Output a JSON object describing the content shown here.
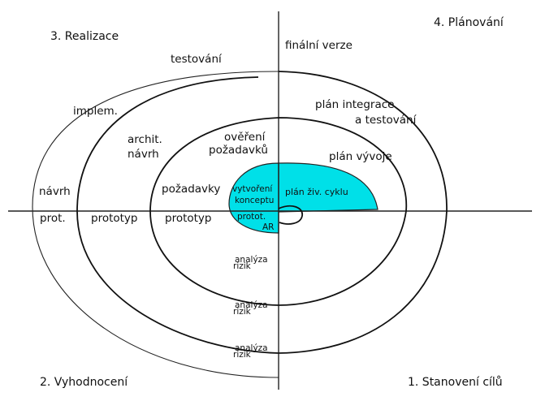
{
  "quadrants": {
    "q3": "3. Realizace",
    "q4": "4. Plánování",
    "q2": "2. Vyhodnocení",
    "q1": "1. Stanovení cílů"
  },
  "center_color": "#00e0e8",
  "labels": {
    "finalni_verze": "finální verze",
    "testovani": "testování",
    "plan_integrace_1": "plán integrace",
    "plan_integrace_2": "a testování",
    "implem": "implem.",
    "archit_1": "archit.",
    "archit_2": "návrh",
    "overeni_1": "ověření",
    "overeni_2": "požadavků",
    "plan_vyvoje": "plán vývoje",
    "navrh": "návrh",
    "pozadavky": "požadavky",
    "vytvoreni_1": "vytvoření",
    "vytvoreni_2": "konceptu",
    "plan_ziv_cyklu": "plán živ. cyklu",
    "prot": "prot.",
    "prototyp_outer": "prototyp",
    "prototyp_inner": "prototyp",
    "protot_ar_1": "protot.",
    "protot_ar_2": "AR",
    "analyza_rizik_1a": "analýza",
    "analyza_rizik_1b": "rizik",
    "analyza_rizik_2a": "analýza",
    "analyza_rizik_2b": "rizik",
    "analyza_rizik_3a": "analýza",
    "analyza_rizik_3b": "rizik"
  }
}
